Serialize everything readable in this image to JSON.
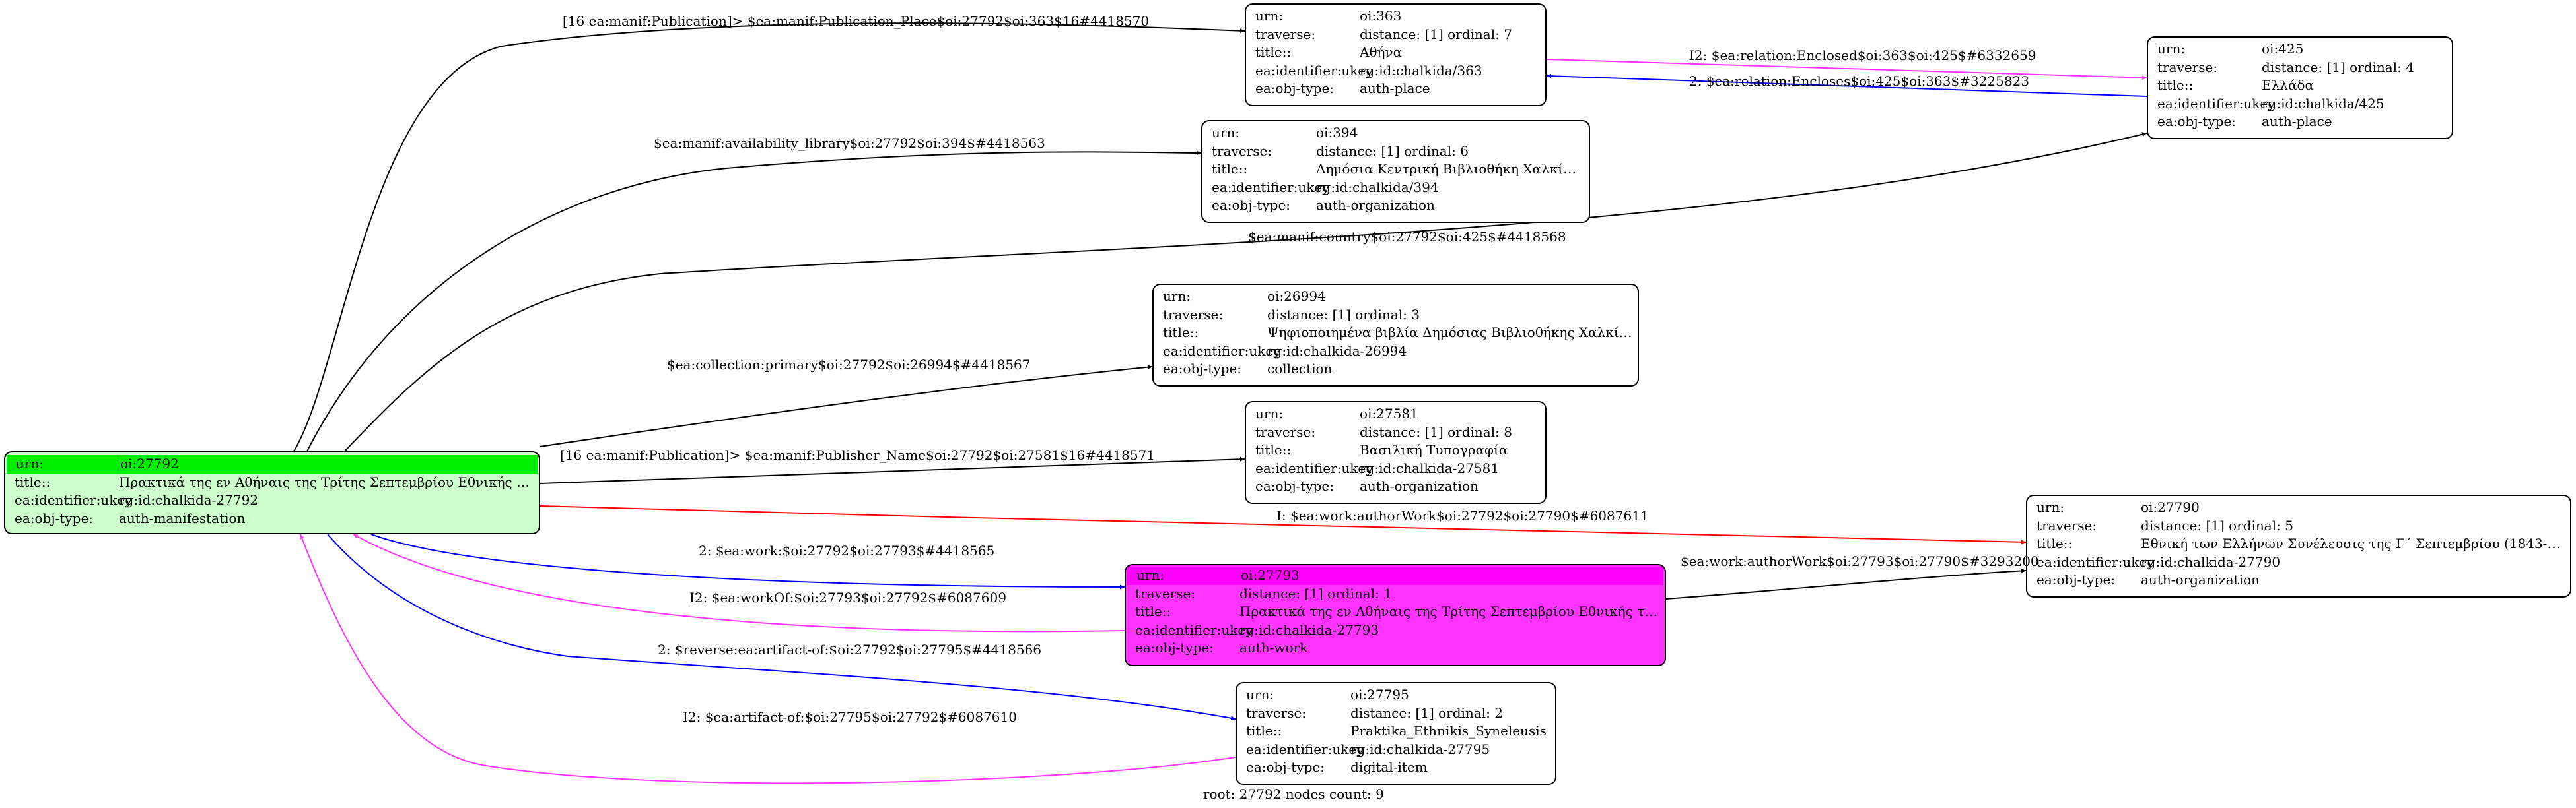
{
  "footer": "root: 27792 nodes count: 9",
  "colors": {
    "black": "#000000",
    "red": "#ff0000",
    "blue": "#0000ff",
    "magenta": "#ff33ff",
    "root_fill": "#ccffcc",
    "root_header": "#00ee00",
    "work_fill": "#ff33ff"
  },
  "nodes": [
    {
      "id": "n27792",
      "rows": [
        {
          "k": "urn:",
          "v": "oi:27792"
        },
        {
          "k": "title::",
          "v": "Πρακτικά της εν Αθήναις της Τρίτης Σεπτεμβρίου Εθνικής των..."
        },
        {
          "k": "ea:identifier:ukey",
          "v": "rg:id:chalkida-27792"
        },
        {
          "k": "ea:obj-type:",
          "v": "auth-manifestation"
        }
      ]
    },
    {
      "id": "n363",
      "rows": [
        {
          "k": "urn:",
          "v": "oi:363"
        },
        {
          "k": "traverse:",
          "v": "distance: [1]     ordinal: 7"
        },
        {
          "k": "title::",
          "v": "Αθήνα"
        },
        {
          "k": "ea:identifier:ukey",
          "v": "rg:id:chalkida/363"
        },
        {
          "k": "ea:obj-type:",
          "v": "auth-place"
        }
      ]
    },
    {
      "id": "n394",
      "rows": [
        {
          "k": "urn:",
          "v": "oi:394"
        },
        {
          "k": "traverse:",
          "v": "distance: [1]     ordinal: 6"
        },
        {
          "k": "title::",
          "v": "Δημόσια Κεντρική Βιβλιοθήκη Χαλκίδας"
        },
        {
          "k": "ea:identifier:ukey",
          "v": "rg:id:chalkida/394"
        },
        {
          "k": "ea:obj-type:",
          "v": "auth-organization"
        }
      ]
    },
    {
      "id": "n425",
      "rows": [
        {
          "k": "urn:",
          "v": "oi:425"
        },
        {
          "k": "traverse:",
          "v": "distance: [1]     ordinal: 4"
        },
        {
          "k": "title::",
          "v": "Ελλάδα"
        },
        {
          "k": "ea:identifier:ukey",
          "v": "rg:id:chalkida/425"
        },
        {
          "k": "ea:obj-type:",
          "v": "auth-place"
        }
      ]
    },
    {
      "id": "n26994",
      "rows": [
        {
          "k": "urn:",
          "v": "oi:26994"
        },
        {
          "k": "traverse:",
          "v": "distance: [1]     ordinal: 3"
        },
        {
          "k": "title::",
          "v": "Ψηφιοποιημένα βιβλία Δημόσιας Βιβλιοθήκης Χαλκίδας"
        },
        {
          "k": "ea:identifier:ukey",
          "v": "rg:id:chalkida-26994"
        },
        {
          "k": "ea:obj-type:",
          "v": "collection"
        }
      ]
    },
    {
      "id": "n27581",
      "rows": [
        {
          "k": "urn:",
          "v": "oi:27581"
        },
        {
          "k": "traverse:",
          "v": "distance: [1]     ordinal: 8"
        },
        {
          "k": "title::",
          "v": "Βασιλική Τυπογραφία"
        },
        {
          "k": "ea:identifier:ukey",
          "v": "rg:id:chalkida-27581"
        },
        {
          "k": "ea:obj-type:",
          "v": "auth-organization"
        }
      ]
    },
    {
      "id": "n27790",
      "rows": [
        {
          "k": "urn:",
          "v": "oi:27790"
        },
        {
          "k": "traverse:",
          "v": "distance: [1]     ordinal: 5"
        },
        {
          "k": "title::",
          "v": "Εθνική των Ελλήνων Συνέλευσις της Γ΄ Σεπτεμβρίου (1843-184..."
        },
        {
          "k": "ea:identifier:ukey",
          "v": "rg:id:chalkida-27790"
        },
        {
          "k": "ea:obj-type:",
          "v": "auth-organization"
        }
      ]
    },
    {
      "id": "n27793",
      "rows": [
        {
          "k": "urn:",
          "v": "oi:27793"
        },
        {
          "k": "traverse:",
          "v": "distance: [1]     ordinal: 1"
        },
        {
          "k": "title::",
          "v": "Πρακτικά της εν Αθήναις της Τρίτης Σεπτεμβρίου Εθνικής των..."
        },
        {
          "k": "ea:identifier:ukey",
          "v": "rg:id:chalkida-27793"
        },
        {
          "k": "ea:obj-type:",
          "v": "auth-work"
        }
      ]
    },
    {
      "id": "n27795",
      "rows": [
        {
          "k": "urn:",
          "v": "oi:27795"
        },
        {
          "k": "traverse:",
          "v": "distance: [1]     ordinal: 2"
        },
        {
          "k": "title::",
          "v": "Praktika_Ethnikis_Syneleusis"
        },
        {
          "k": "ea:identifier:ukey",
          "v": "rg:id:chalkida-27795"
        },
        {
          "k": "ea:obj-type:",
          "v": "digital-item"
        }
      ]
    }
  ],
  "edges": [
    {
      "id": "e1",
      "from": "oi:27792",
      "to": "oi:363",
      "label": "[16 ea:manif:Publication]> $ea:manif:Publication_Place$oi:27792$oi:363$16#4418570",
      "color": "black"
    },
    {
      "id": "e2",
      "from": "oi:27792",
      "to": "oi:394",
      "label": "$ea:manif:availability_library$oi:27792$oi:394$#4418563",
      "color": "black"
    },
    {
      "id": "e3",
      "from": "oi:27792",
      "to": "oi:425",
      "label": "$ea:manif:country$oi:27792$oi:425$#4418568",
      "color": "black"
    },
    {
      "id": "e4",
      "from": "oi:27792",
      "to": "oi:26994",
      "label": "$ea:collection:primary$oi:27792$oi:26994$#4418567",
      "color": "black"
    },
    {
      "id": "e5",
      "from": "oi:27792",
      "to": "oi:27581",
      "label": "[16 ea:manif:Publication]> $ea:manif:Publisher_Name$oi:27792$oi:27581$16#4418571",
      "color": "black"
    },
    {
      "id": "e6",
      "from": "oi:27792",
      "to": "oi:27790",
      "label": "I: $ea:work:authorWork$oi:27792$oi:27790$#6087611",
      "color": "red"
    },
    {
      "id": "e7",
      "from": "oi:27792",
      "to": "oi:27793",
      "label": "2: $ea:work:$oi:27792$oi:27793$#4418565",
      "color": "blue"
    },
    {
      "id": "e8",
      "from": "oi:27793",
      "to": "oi:27792",
      "label": "I2: $ea:workOf:$oi:27793$oi:27792$#6087609",
      "color": "magenta"
    },
    {
      "id": "e9",
      "from": "oi:27792",
      "to": "oi:27795",
      "label": "2: $reverse:ea:artifact-of:$oi:27792$oi:27795$#4418566",
      "color": "blue"
    },
    {
      "id": "e10",
      "from": "oi:27795",
      "to": "oi:27792",
      "label": "I2: $ea:artifact-of:$oi:27795$oi:27792$#6087610",
      "color": "magenta"
    },
    {
      "id": "e11",
      "from": "oi:363",
      "to": "oi:425",
      "label": "I2: $ea:relation:Enclosed$oi:363$oi:425$#6332659",
      "color": "magenta"
    },
    {
      "id": "e12",
      "from": "oi:425",
      "to": "oi:363",
      "label": "2: $ea:relation:Encloses$oi:425$oi:363$#3225823",
      "color": "blue"
    },
    {
      "id": "e13",
      "from": "oi:27793",
      "to": "oi:27790",
      "label": "$ea:work:authorWork$oi:27793$oi:27790$#3293200",
      "color": "black"
    }
  ]
}
